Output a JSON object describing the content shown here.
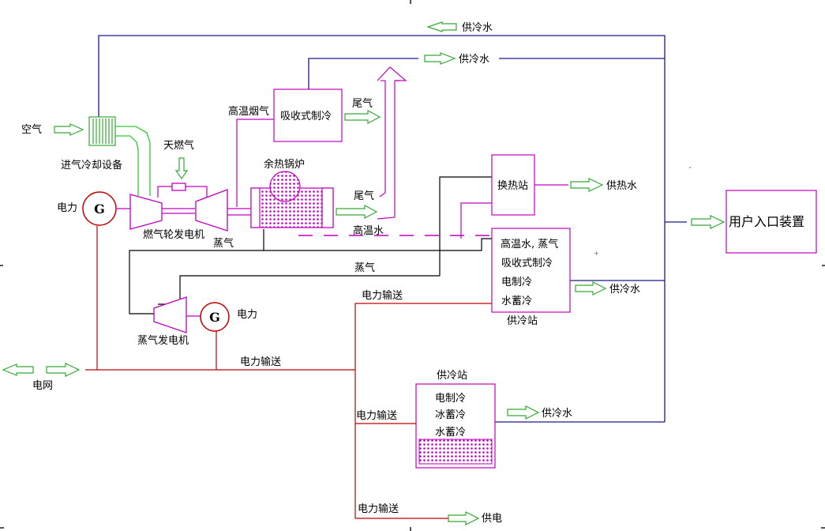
{
  "labels": {
    "air": "空气",
    "intake_cooling": "进气冷却设备",
    "natural_gas": "天燃气",
    "electric_power_1": "电力",
    "generator_symbol": "G",
    "gas_turbine": "燃气轮发电机",
    "steam_1": "蒸气",
    "high_temp_flue_gas": "高温烟气",
    "absorption_chiller": "吸收式制冷",
    "exhaust_1": "尾气",
    "exhaust_2": "尾气",
    "waste_heat_boiler": "余热锅炉",
    "high_temp_water": "高温水",
    "cold_water_top_1": "供冷水",
    "cold_water_top_2": "供冷水",
    "heat_exchange_station": "换热站",
    "heat_supply_water": "供热水",
    "user_inlet": "用户入口装置",
    "station1_line1": "高温水, 蒸气",
    "station1_line2": "吸收式制冷",
    "station1_line3": "电制冷",
    "station1_line4": "水蓄冷",
    "station1_name": "供冷站",
    "cold_water_mid": "供冷水",
    "steam_2": "蒸气",
    "power_transmission_1": "电力输送",
    "steam_generator": "蒸气发电机",
    "electric_power_2": "电力",
    "power_transmission_2": "电力输送",
    "grid": "电网",
    "station2_name": "供冷站",
    "station2_line1": "电制冷",
    "station2_line2": "冰蓄冷",
    "station2_line3": "水蓄冷",
    "cold_water_bottom": "供冷水",
    "power_transmission_3": "电力输送",
    "power_transmission_4": "电力输送",
    "power_supply": "供电"
  },
  "colors": {
    "cold_water_line": "#1a1a8c",
    "steam_line": "#000000",
    "electric_line": "#c00000",
    "equipment": "#c000c0",
    "air_duct": "#33cc33",
    "arrow": "#33aa33"
  }
}
